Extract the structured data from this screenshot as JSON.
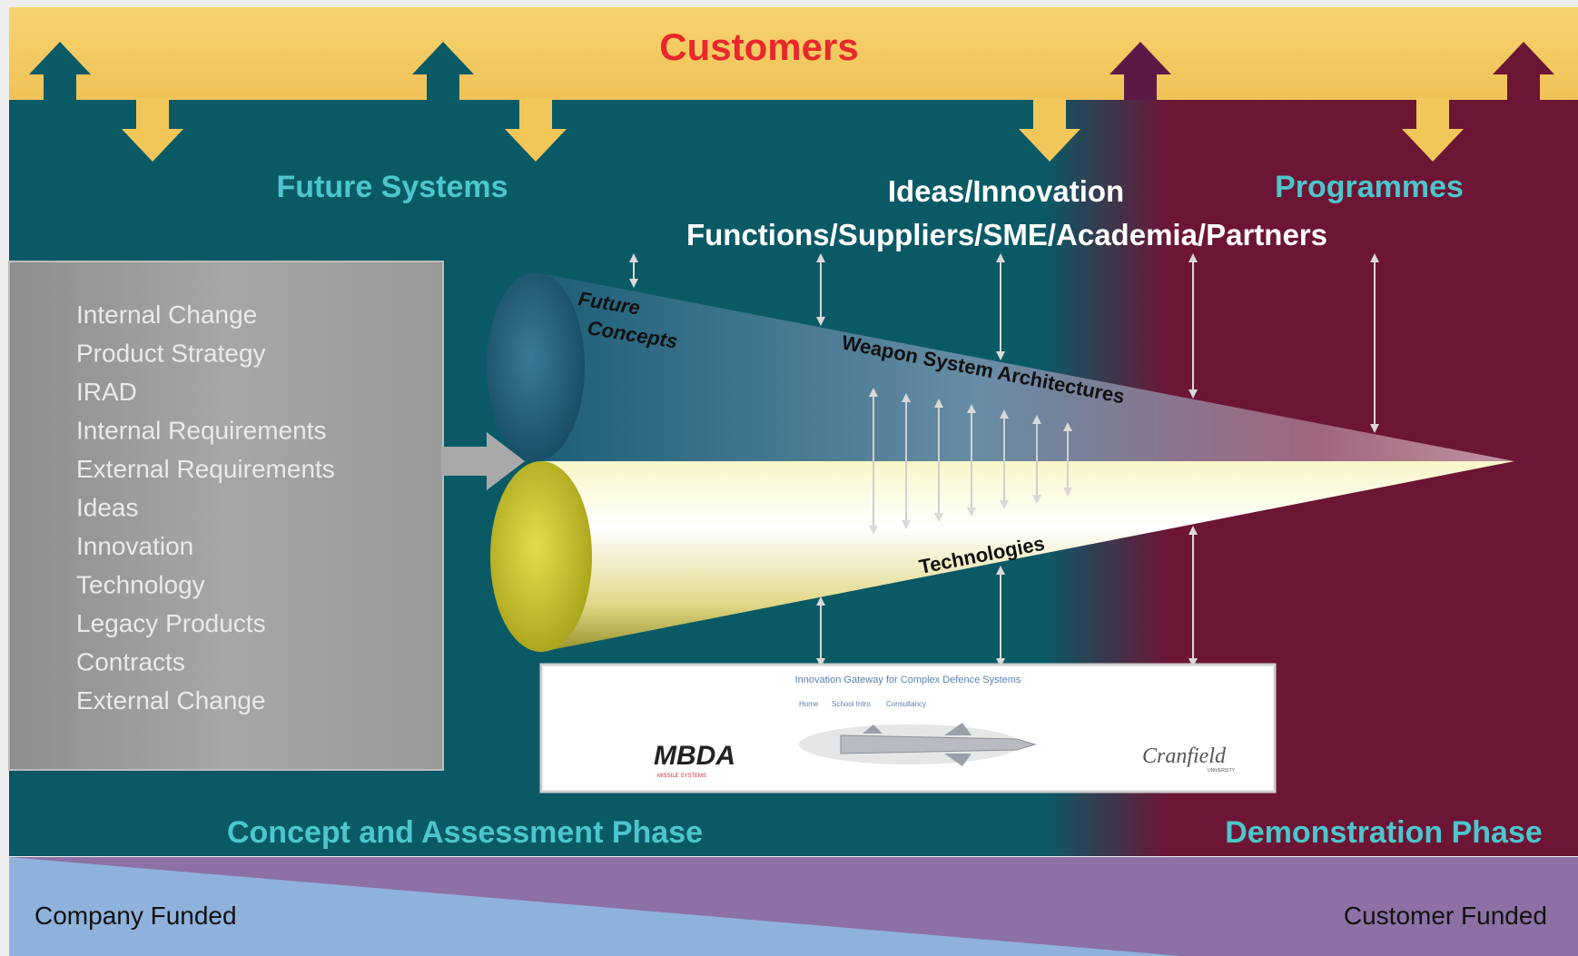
{
  "header": {
    "title": "Customers"
  },
  "labels": {
    "future_systems": "Future Systems",
    "ideas": "Ideas/Innovation",
    "functions": "Functions/Suppliers/SME/Academia/Partners",
    "programmes": "Programmes",
    "future_concepts_1": "Future",
    "future_concepts_2": "Concepts",
    "weapon_architectures": "Weapon System Architectures",
    "technologies": "Technologies",
    "concept_phase": "Concept and Assessment Phase",
    "demo_phase": "Demonstration Phase",
    "company_funded": "Company Funded",
    "customer_funded": "Customer Funded"
  },
  "inputs_list": [
    "Internal Change",
    "Product Strategy",
    "IRAD",
    "Internal Requirements",
    "External Requirements",
    "Ideas",
    "Innovation",
    "Technology",
    "Legacy Products",
    "Contracts",
    "External Change"
  ],
  "gateway_panel": {
    "title": "Innovation Gateway for Complex Defence Systems",
    "nav": [
      "Home",
      "School Intro",
      "Consultancy"
    ],
    "logo_left": "MBDA",
    "logo_left_sub": "MISSILE SYSTEMS",
    "logo_right": "Cranfield",
    "logo_right_sub": "UNIVERSITY"
  },
  "colors": {
    "teal": "#0a5a66",
    "maroon": "#6d1535",
    "gold": "#f2c75a",
    "title_red": "#e8282c",
    "label_teal": "#4cc6cc",
    "funding_blue": "#8fb2dd",
    "funding_purple": "#8d70a5",
    "list_panel": "#9c9c9c"
  }
}
